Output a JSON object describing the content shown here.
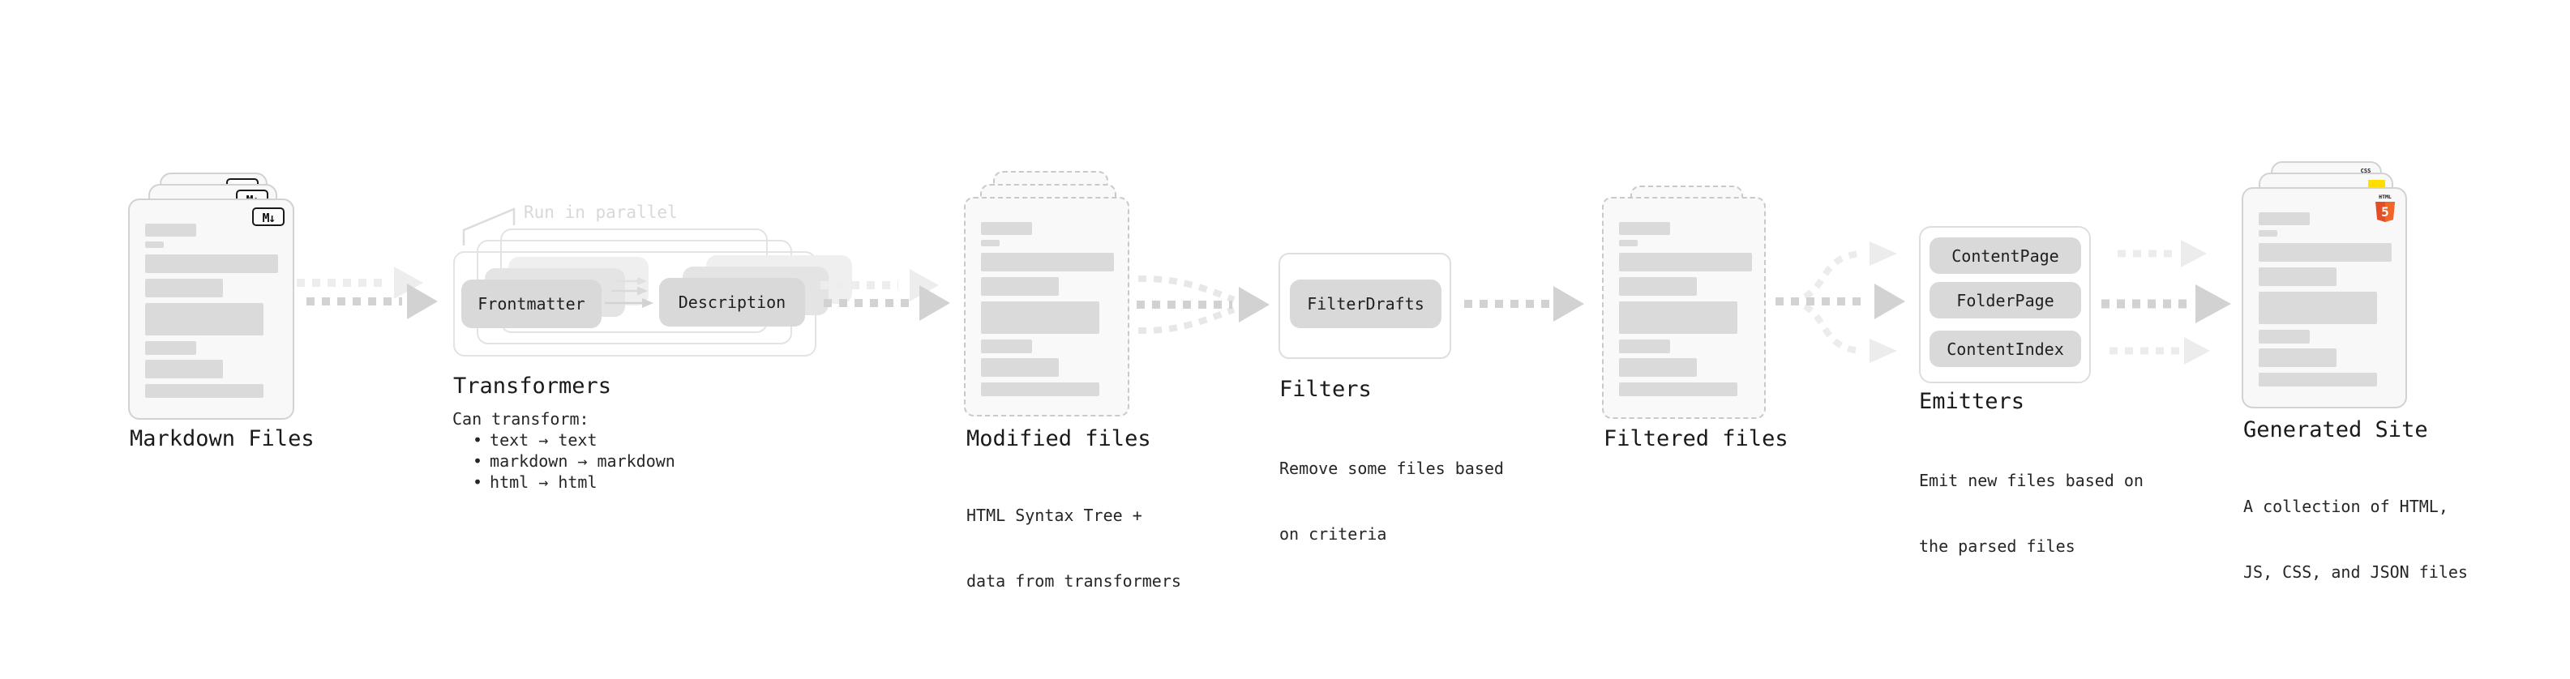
{
  "nodes": {
    "markdown_files": {
      "label": "Markdown Files",
      "file_icon": "M↓"
    },
    "transformers": {
      "label": "Transformers",
      "parallel_note": "Run in parallel",
      "input_chip": "Frontmatter",
      "output_chip": "Description",
      "can_transform_heading": "Can transform:",
      "bullet_char": "•",
      "bullets": [
        "text → text",
        "markdown → markdown",
        "html → html"
      ]
    },
    "modified_files": {
      "label": "Modified files",
      "description_lines": [
        "HTML Syntax Tree +",
        "data from transformers"
      ]
    },
    "filters": {
      "label": "Filters",
      "chip": "FilterDrafts",
      "description_lines": [
        "Remove some files based",
        "on criteria"
      ]
    },
    "filtered_files": {
      "label": "Filtered files"
    },
    "emitters": {
      "label": "Emitters",
      "chips": [
        "ContentPage",
        "FolderPage",
        "ContentIndex"
      ],
      "description_lines": [
        "Emit new files based on",
        "the parsed files"
      ]
    },
    "generated_site": {
      "label": "Generated Site",
      "description_lines": [
        "A collection of HTML,",
        "JS, CSS, and JSON files"
      ],
      "badges": {
        "css_label": "CSS",
        "html5_wordmark": "HTML",
        "html5_number": "5"
      }
    }
  },
  "colors": {
    "css_badge_blue": "#2965f1",
    "js_badge_yellow": "#ffde00",
    "html5_orange": "#e44d26",
    "html5_orange_light": "#f16529"
  }
}
